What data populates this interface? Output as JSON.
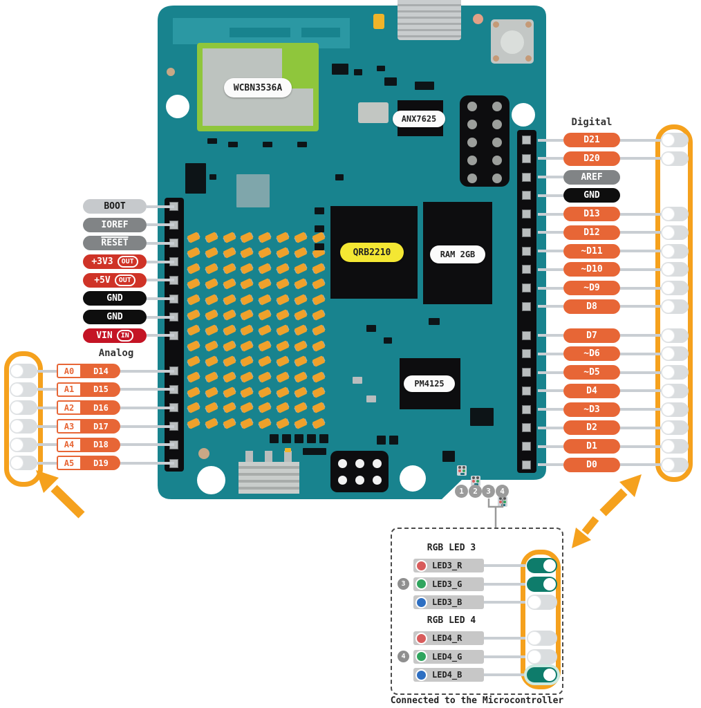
{
  "board": {
    "chip_labels": {
      "wifi_module": "WCBN3536A",
      "video_bridge": "ANX7625",
      "processor": "QRB2210",
      "ram": "RAM 2GB",
      "power_management": "PM4125"
    },
    "led_numbers": [
      "1",
      "2",
      "3",
      "4"
    ]
  },
  "left_column": {
    "power_pins": [
      {
        "label": "BOOT"
      },
      {
        "label": "IOREF"
      },
      {
        "label": "RESET",
        "overline": true
      },
      {
        "label": "+3V3",
        "badge": "OUT"
      },
      {
        "label": "+5V",
        "badge": "OUT"
      },
      {
        "label": "GND"
      },
      {
        "label": "GND"
      },
      {
        "label": "VIN",
        "badge": "IN"
      }
    ],
    "analog_header": "Analog",
    "analog_pins": [
      {
        "analog": "A0",
        "digital": "D14"
      },
      {
        "analog": "A1",
        "digital": "D15"
      },
      {
        "analog": "A2",
        "digital": "D16"
      },
      {
        "analog": "A3",
        "digital": "D17"
      },
      {
        "analog": "A4",
        "digital": "D18"
      },
      {
        "analog": "A5",
        "digital": "D19"
      }
    ]
  },
  "right_column": {
    "header": "Digital",
    "pins": [
      {
        "label": "D21",
        "toggle": true
      },
      {
        "label": "D20",
        "toggle": true
      },
      {
        "label": "AREF",
        "toggle": false
      },
      {
        "label": "GND",
        "toggle": false
      },
      {
        "label": "D13",
        "toggle": true
      },
      {
        "label": "D12",
        "toggle": true
      },
      {
        "label": "~D11",
        "toggle": true
      },
      {
        "label": "~D10",
        "toggle": true
      },
      {
        "label": "~D9",
        "toggle": true
      },
      {
        "label": "D8",
        "toggle": true
      },
      {
        "label": "D7",
        "toggle": true
      },
      {
        "label": "~D6",
        "toggle": true
      },
      {
        "label": "~D5",
        "toggle": true
      },
      {
        "label": "D4",
        "toggle": true
      },
      {
        "label": "~D3",
        "toggle": true
      },
      {
        "label": "D2",
        "toggle": true
      },
      {
        "label": "D1",
        "toggle": true
      },
      {
        "label": "D0",
        "toggle": true
      }
    ]
  },
  "callout": {
    "groups": [
      {
        "title": "RGB LED 3",
        "badge": "3",
        "rows": [
          {
            "label": "LED3_R",
            "color": "#d85c5c",
            "on": true
          },
          {
            "label": "LED3_G",
            "color": "#2fa55e",
            "on": true
          },
          {
            "label": "LED3_B",
            "color": "#2e6fc2",
            "on": false
          }
        ]
      },
      {
        "title": "RGB LED 4",
        "badge": "4",
        "rows": [
          {
            "label": "LED4_R",
            "color": "#d85c5c",
            "on": false
          },
          {
            "label": "LED4_G",
            "color": "#2fa55e",
            "on": false
          },
          {
            "label": "LED4_B",
            "color": "#2e6fc2",
            "on": true,
            "halo": true
          }
        ]
      }
    ],
    "caption": "Connected to the Microcontroller"
  },
  "colors": {
    "board_teal": "#18838E",
    "antenna_teal": "#2B98A3",
    "pin_orange": "#E76636",
    "accent_orange": "#F5A11D",
    "toggle_on_teal": "#0E7C6B",
    "module_green": "#8FC63C",
    "power_red": "#CF3327",
    "vin_red": "#C41425"
  }
}
